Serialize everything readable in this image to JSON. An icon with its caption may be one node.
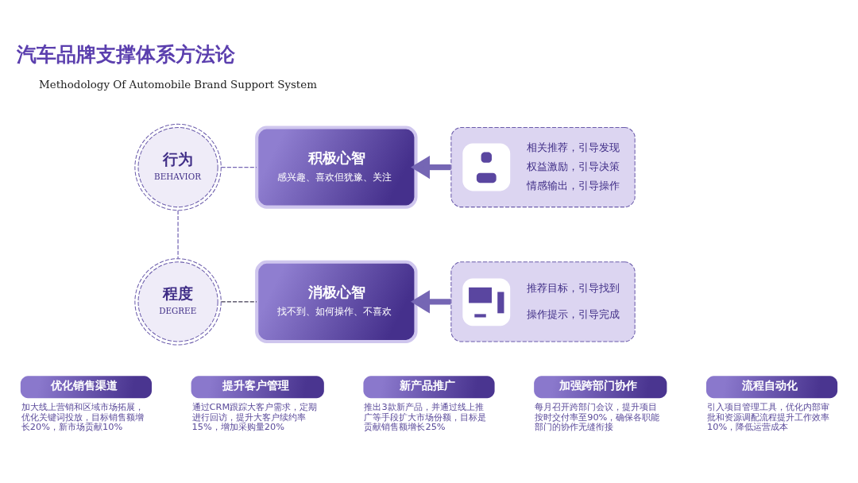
{
  "diagram": {
    "title": "汽车品牌支撑体系方法论",
    "nodes": [
      {
        "text": [
          "行为",
          "BEHAVIOR"
        ]
      },
      {
        "text": [
          "积极心智",
          "感兴趣、喜欢但犹豫、关注"
        ]
      },
      {
        "text": [
          "相关推荐，引导发现",
          "权益激励，引导决策",
          "情感输出，引导操作"
        ]
      },
      {
        "text": [
          "程度",
          "DEGREE"
        ]
      },
      {
        "text": [
          "消极心智",
          "找不到、如何操作、不喜欢"
        ]
      },
      {
        "text": [
          "推荐目标，引导找到",
          "操作提示，引导完成"
        ]
      },
      {
        "text": [
          "优化销售渠道"
        ],
        "beside": [
          "加大线上营销和区域市场拓展，优化关键词投放，目标销售额增长20%，新市场贡献10%"
        ]
      },
      {
        "text": [
          "提升客户管理"
        ],
        "beside": [
          "通过CRM跟踪大客户需求，定期进行回访，提升大客户续约率15%，增加采购量20%"
        ]
      },
      {
        "text": [
          "新产品推广"
        ],
        "beside": [
          "推出3款新产品，并通过线上推广等手段扩大市场份额，目标是贡献销售额增长25%"
        ]
      },
      {
        "text": [
          "加强跨部门协作"
        ],
        "beside": [
          "每月召开跨部门会议，提升项目按时交付率至90%，确保各职能部门的协作无缝衔接"
        ]
      },
      {
        "text": [
          "流程自动化"
        ],
        "beside": [
          "引入项目管理工具，优化内部审批和资源调配流程提升工作效率10%，降低运营成本"
        ]
      }
    ],
    "edges": [
      {
        "from": 0,
        "to": 1,
        "arrow": "none",
        "style": "dashed"
      },
      {
        "from": 3,
        "to": 4,
        "arrow": "none",
        "style": "dashed",
        "color": "#3f3a52"
      },
      {
        "from": 0,
        "to": 3,
        "arrow": "none",
        "style": "dashed"
      },
      {
        "from": 2,
        "to": 1,
        "arrow": "to",
        "style": "thick"
      },
      {
        "from": 5,
        "to": 4,
        "arrow": "to",
        "style": "thick"
      }
    ],
    "labels": [
      "Methodology Of Automobile Brand Support System"
    ]
  }
}
